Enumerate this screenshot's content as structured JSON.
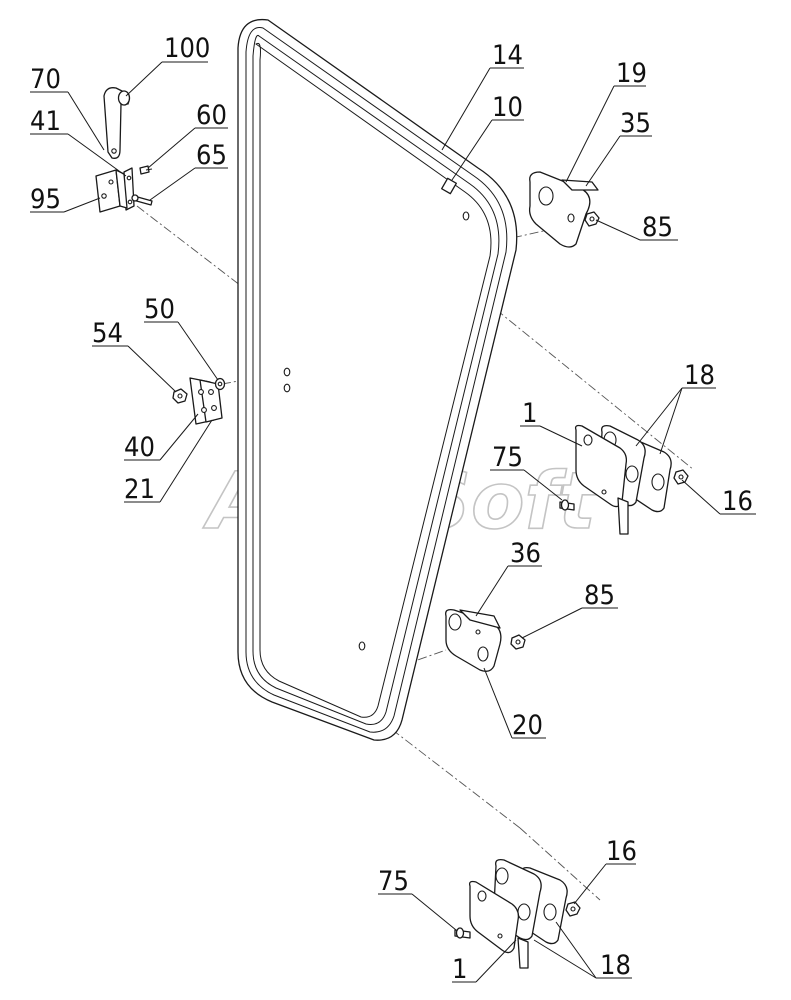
{
  "watermark": "AutoSoft",
  "labels": {
    "p100": "100",
    "p70": "70",
    "p41": "41",
    "p60": "60",
    "p65": "65",
    "p95": "95",
    "p14": "14",
    "p10": "10",
    "p19": "19",
    "p35": "35",
    "p85a": "85",
    "p50": "50",
    "p54": "54",
    "p40": "40",
    "p21": "21",
    "p18a": "18",
    "p1a": "1",
    "p75a": "75",
    "p16a": "16",
    "p36": "36",
    "p85b": "85",
    "p20": "20",
    "p16b": "16",
    "p75b": "75",
    "p1b": "1",
    "p18b": "18"
  }
}
